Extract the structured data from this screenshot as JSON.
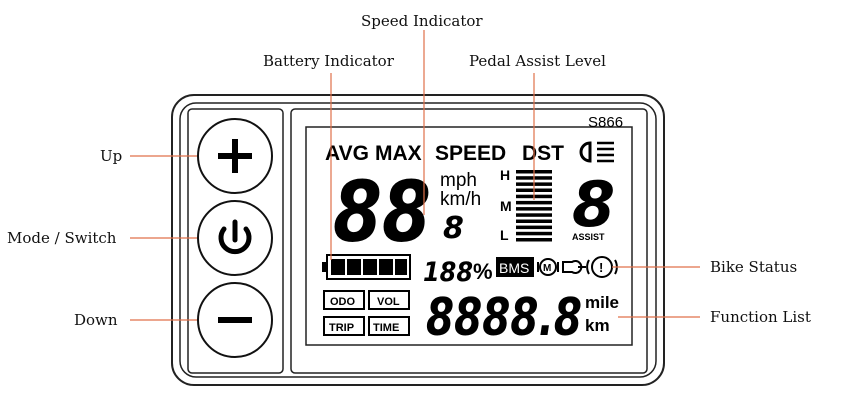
{
  "callouts": {
    "speed_indicator": "Speed Indicator",
    "battery_indicator": "Battery Indicator",
    "pedal_assist_level": "Pedal Assist Level",
    "up": "Up",
    "mode_switch": "Mode / Switch",
    "down": "Down",
    "bike_status": "Bike Status",
    "function_list": "Function List"
  },
  "display": {
    "model": "S866",
    "header": {
      "avg": "AVG",
      "max": "MAX",
      "speed": "SPEED",
      "dst": "DST"
    },
    "speed_digits": "88",
    "speed_units": {
      "mph": "mph",
      "kmh": "km/h"
    },
    "small_digit": "8",
    "assist_scale": {
      "high": "H",
      "mid": "M",
      "low": "L"
    },
    "assist_digit": "8",
    "assist_label": "ASSIST",
    "battery_percent_digits": "188",
    "percent_sign": "%",
    "bms": "BMS",
    "motor_icon_letter": "M",
    "warning_icon_letter": "!",
    "function_boxes": {
      "odo": "ODO",
      "vol": "VOL",
      "trip": "TRIP",
      "time": "TIME"
    },
    "odometer_digits": "8888.8",
    "distance_units": {
      "mile": "mile",
      "km": "km"
    }
  },
  "buttons": {
    "up_symbol": "+",
    "down_symbol": "−"
  },
  "colors": {
    "leader_line": "#e0704a",
    "outline": "#222222"
  }
}
